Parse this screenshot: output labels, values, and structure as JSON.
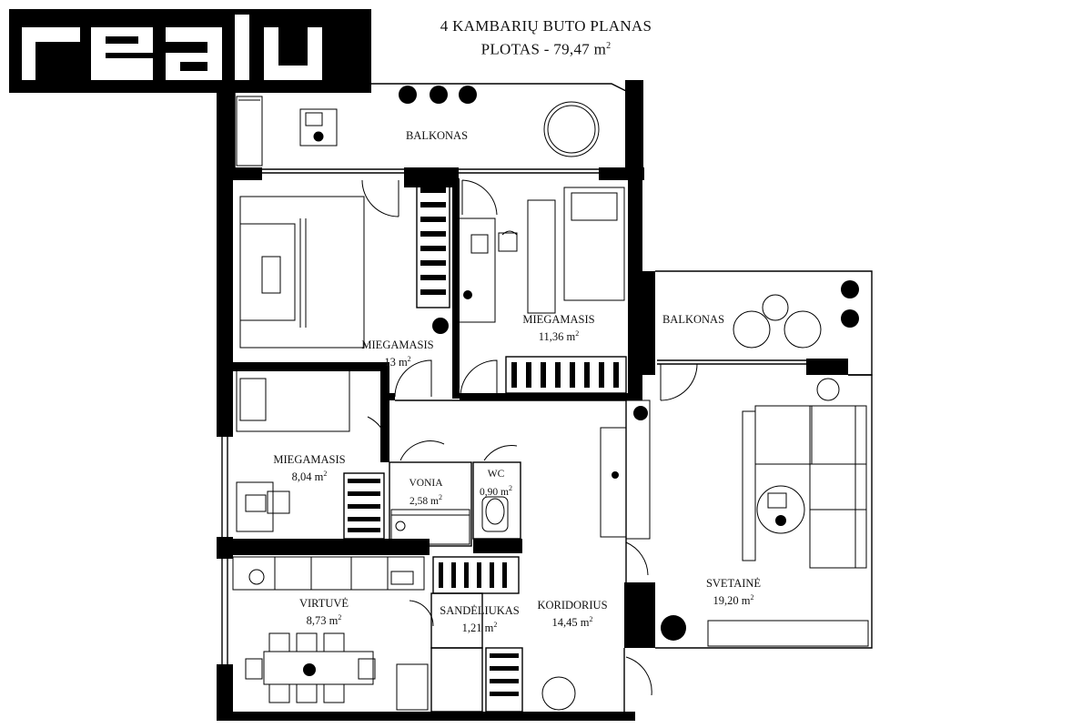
{
  "brand": {
    "logo_text": "realu"
  },
  "header": {
    "title_line1": "4 KAMBARIŲ BUTO PLANAS",
    "title_line2_prefix": "PLOTAS - 79,47 m",
    "title_line2_sup": "2"
  },
  "rooms": [
    {
      "id": "balkonas-top",
      "name": "BALKONAS",
      "area": "",
      "unit": ""
    },
    {
      "id": "miegamasis-13",
      "name": "MIEGAMASIS",
      "area": "13 m",
      "unit": "2"
    },
    {
      "id": "miegamasis-1136",
      "name": "MIEGAMASIS",
      "area": "11,36 m",
      "unit": "2"
    },
    {
      "id": "balkonas-right",
      "name": "BALKONAS",
      "area": "",
      "unit": ""
    },
    {
      "id": "miegamasis-804",
      "name": "MIEGAMASIS",
      "area": "8,04 m",
      "unit": "2"
    },
    {
      "id": "vonia",
      "name": "VONIA",
      "area": "2,58 m",
      "unit": "2"
    },
    {
      "id": "wc",
      "name": "WC",
      "area": "0,90 m",
      "unit": "2"
    },
    {
      "id": "svetaine",
      "name": "SVETAINĖ",
      "area": "19,20 m",
      "unit": "2"
    },
    {
      "id": "virtuve",
      "name": "VIRTUVĖ",
      "area": "8,73 m",
      "unit": "2"
    },
    {
      "id": "sandeliukas",
      "name": "SANDĖLIUKAS",
      "area": "1,21 m",
      "unit": "2"
    },
    {
      "id": "koridorius",
      "name": "KORIDORIUS",
      "area": "14,45 m",
      "unit": "2"
    }
  ]
}
